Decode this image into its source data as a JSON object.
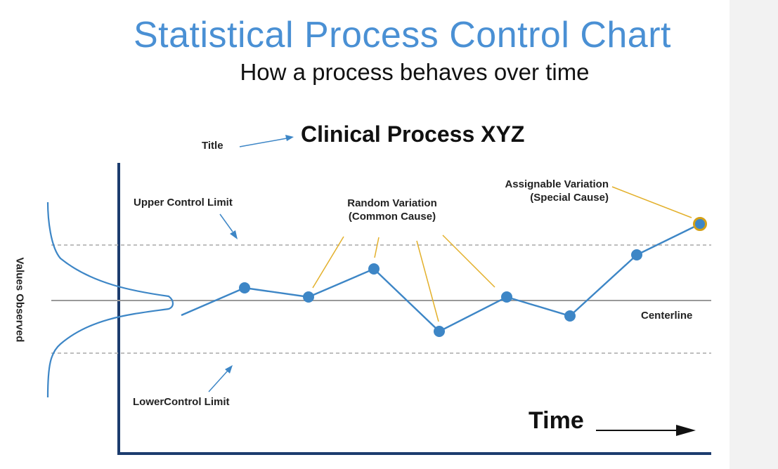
{
  "header": {
    "title": "Statistical Process Control Chart",
    "subtitle": "How a process behaves over time"
  },
  "chart": {
    "title": "Clinical Process XYZ",
    "labels": {
      "title_annotation": "Title",
      "upper_control_limit": "Upper Control Limit",
      "lower_control_limit": "LowerControl Limit",
      "centerline": "Centerline",
      "random_variation_line1": "Random Variation",
      "random_variation_line2": "(Common Cause)",
      "assignable_variation_line1": "Assignable Variation",
      "assignable_variation_line2": "(Special Cause)",
      "x_axis": "Time",
      "y_axis": "Values Observed"
    },
    "colors": {
      "title": "#4a90d4",
      "series": "#3d86c6",
      "annotation_lines": "#e3b02b",
      "special_point_outline": "#d4a017",
      "axes": "#1c3c6e",
      "centerline": "#9a9a9a",
      "control_limits": "#b5b5b5"
    }
  }
}
